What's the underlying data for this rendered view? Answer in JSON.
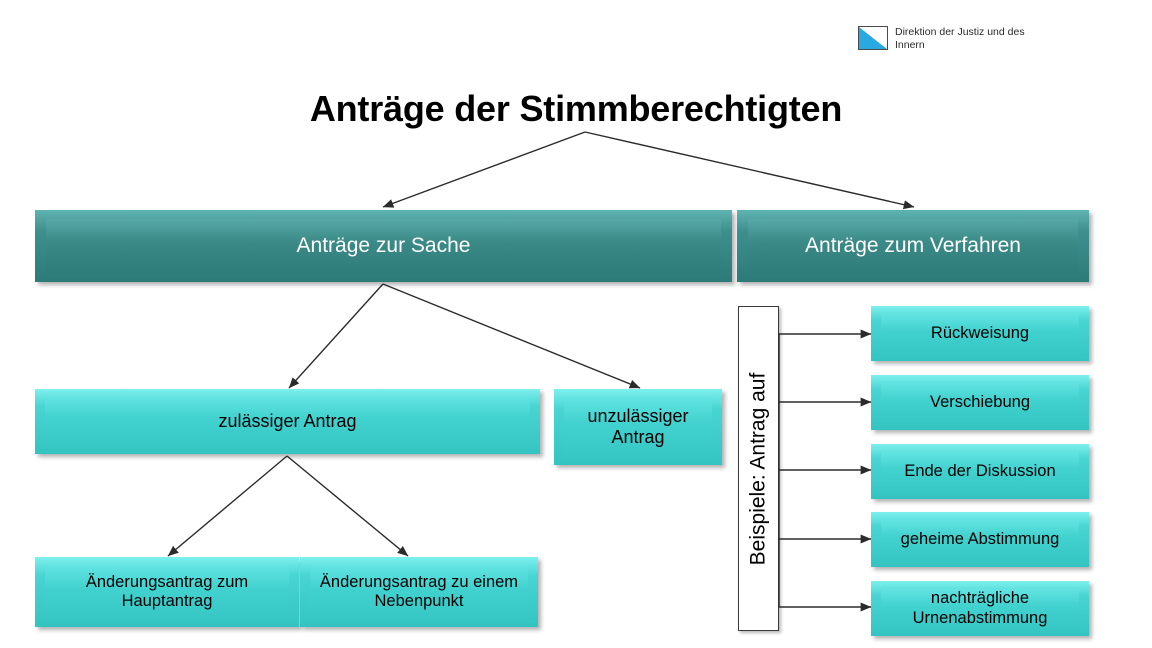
{
  "logo": {
    "icon": "diagonal-square-logo",
    "text": "Direktion der Justiz und des\nInnern",
    "accent_color": "#29a9e0"
  },
  "title": "Anträge der Stimmberechtigten",
  "colors": {
    "level1_box": "#2f7d7d",
    "level1_text": "#ffffff",
    "branch_box": "#3fcfcd",
    "branch_text": "#000000",
    "connector": "#333333",
    "label_box_bg": "#ffffff",
    "label_box_border": "#3a3a3a"
  },
  "nodes": {
    "root": {
      "label": "Anträge der Stimmberechtigten"
    },
    "level1": [
      {
        "id": "antraege-zur-sache",
        "label": "Anträge zur Sache"
      },
      {
        "id": "antraege-zum-verfahren",
        "label": "Anträge zum Verfahren"
      }
    ],
    "level2": [
      {
        "id": "zulaessiger-antrag",
        "label": "zulässiger Antrag"
      },
      {
        "id": "unzulaessiger-antrag",
        "label": "unzulässiger Antrag"
      }
    ],
    "level3": [
      {
        "id": "aenderungsantrag-hauptantrag",
        "label": "Änderungsantrag zum Hauptantrag"
      },
      {
        "id": "aenderungsantrag-nebenpunkt",
        "label": "Änderungsantrag zu einem Nebenpunkt"
      }
    ],
    "examples_label": "Beispiele: Antrag auf",
    "examples": [
      {
        "id": "rueckweisung",
        "label": "Rückweisung"
      },
      {
        "id": "verschiebung",
        "label": "Verschiebung"
      },
      {
        "id": "ende-der-diskussion",
        "label": "Ende der Diskussion"
      },
      {
        "id": "geheime-abstimmung",
        "label": "geheime Abstimmung"
      },
      {
        "id": "nachtraegliche-urnenabstimmung",
        "label": "nachträgliche Urnenabstimmung"
      }
    ]
  }
}
